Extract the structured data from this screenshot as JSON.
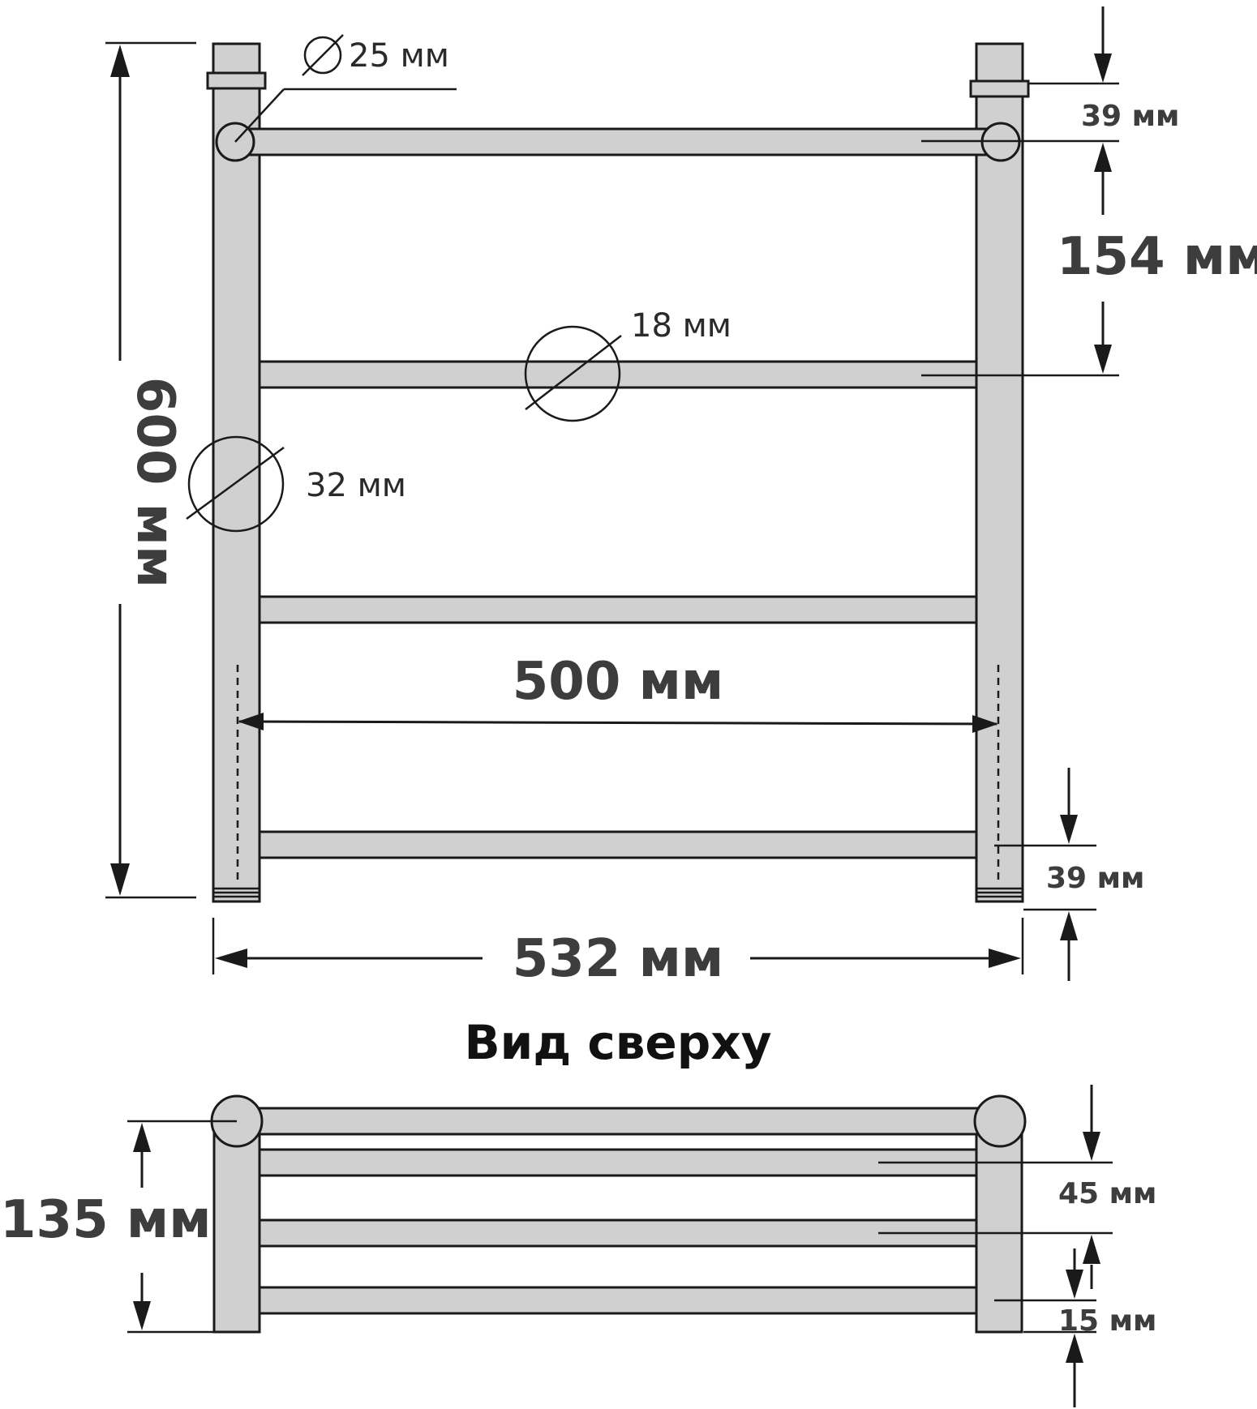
{
  "front_view": {
    "height_label": "600 мм",
    "width_label": "532 мм",
    "center_distance_label": "500 мм",
    "top_offset_label": "39 мм",
    "rung_spacing_label": "154 мм",
    "bottom_offset_label": "39 мм",
    "top_rail_diameter_label": "25 мм",
    "rung_diameter_label": "18 мм",
    "riser_diameter_label": "32 мм"
  },
  "top_view": {
    "title": "Вид сверху",
    "depth_label": "135 мм",
    "rail_spacing_label": "45 мм",
    "offset_label": "15 мм"
  }
}
